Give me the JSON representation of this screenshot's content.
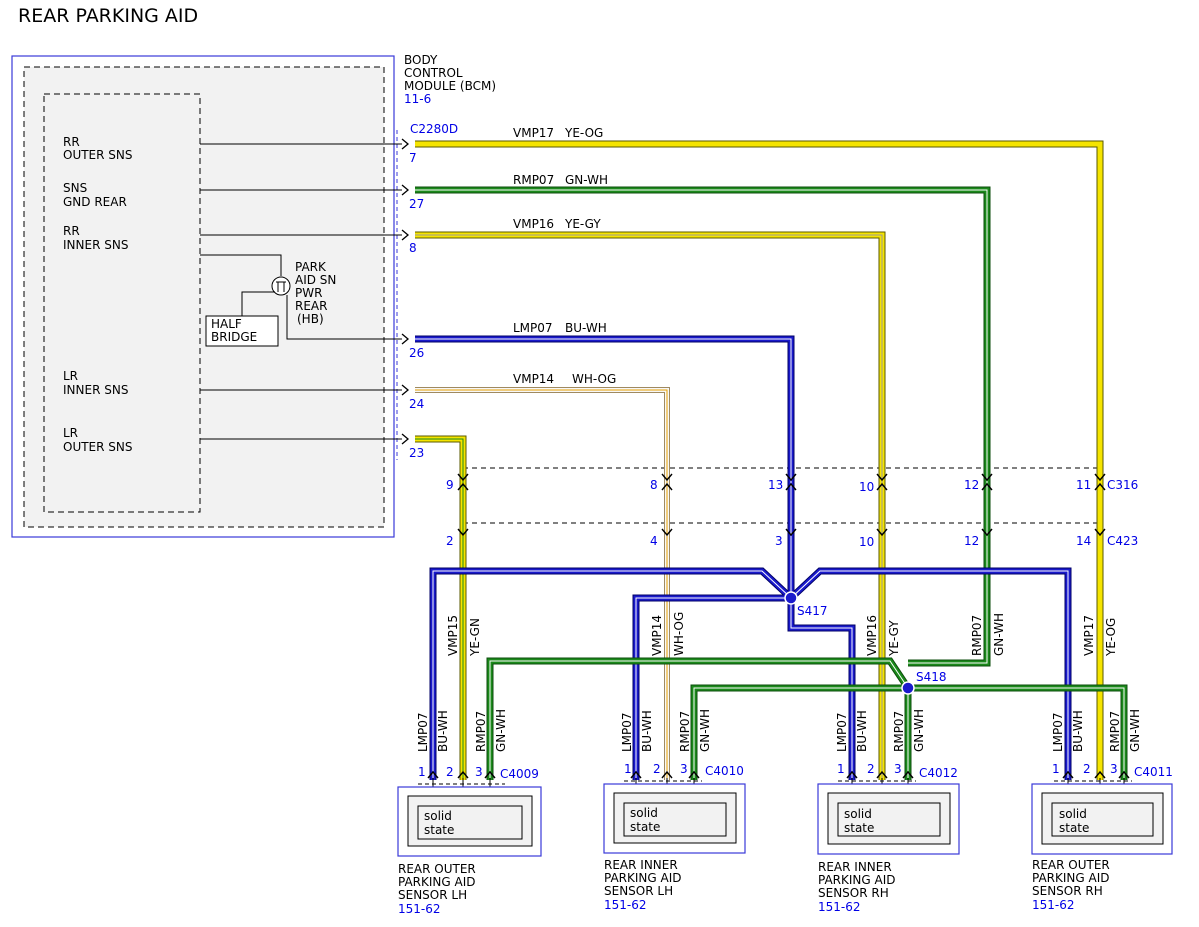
{
  "title": "REAR PARKING AID",
  "bcm": {
    "name_lines": [
      "BODY",
      "CONTROL",
      "MODULE (BCM)"
    ],
    "ref": "11-6",
    "connector": "C2280D",
    "inputs": [
      {
        "lines": [
          "RR",
          "OUTER SNS"
        ]
      },
      {
        "lines": [
          "SNS",
          "GND REAR"
        ]
      },
      {
        "lines": [
          "RR",
          "INNER SNS"
        ]
      },
      {
        "lines": [
          "LR",
          "INNER SNS"
        ]
      },
      {
        "lines": [
          "LR",
          "OUTER SNS"
        ]
      }
    ],
    "half_bridge": [
      "HALF",
      "BRIDGE"
    ],
    "park_aid": [
      "PARK",
      "AID SN",
      "PWR",
      "REAR",
      "(HB)"
    ]
  },
  "circuits": [
    {
      "pin": "7",
      "circuit": "VMP17",
      "color_code": "YE-OG",
      "color": "#f5e400",
      "stripe": "#e8a000"
    },
    {
      "pin": "27",
      "circuit": "RMP07",
      "color_code": "GN-WH",
      "color": "#1b8a1b",
      "stripe": "#ffffff"
    },
    {
      "pin": "8",
      "circuit": "VMP16",
      "color_code": "YE-GY",
      "color": "#f5e400",
      "stripe": "#9a9a9a"
    },
    {
      "pin": "26",
      "circuit": "LMP07",
      "color_code": "BU-WH",
      "color": "#1a1acc",
      "stripe": "#ffffff"
    },
    {
      "pin": "24",
      "circuit": "VMP14",
      "color_code": "WH-OG",
      "color": "#f4f4f4",
      "stripe": "#e8a000"
    },
    {
      "pin": "23",
      "circuit": "VMP15",
      "color_code": "YE-GN",
      "color": "#f5e400",
      "stripe": "#1b8a1b"
    }
  ],
  "connectors": {
    "c316": {
      "name": "C316",
      "pins": [
        "9",
        "8",
        "13",
        "10",
        "12",
        "11"
      ]
    },
    "c423": {
      "name": "C423",
      "pins": [
        "2",
        "4",
        "3",
        "10",
        "12",
        "14"
      ]
    }
  },
  "splices": [
    "S417",
    "S418"
  ],
  "sensors": [
    {
      "connector": "C4009",
      "wires": [
        {
          "circuit": "LMP07",
          "code": "BU-WH"
        },
        {
          "circuit": "VMP15",
          "code": "YE-GN"
        },
        {
          "circuit": "RMP07",
          "code": "GN-WH"
        }
      ],
      "pins": [
        "1",
        "2",
        "3"
      ],
      "body": [
        "solid",
        "state"
      ],
      "name": [
        "REAR OUTER",
        "PARKING AID",
        "SENSOR LH"
      ],
      "ref": "151-62"
    },
    {
      "connector": "C4010",
      "wires": [
        {
          "circuit": "LMP07",
          "code": "BU-WH"
        },
        {
          "circuit": "VMP14",
          "code": "WH-OG"
        },
        {
          "circuit": "RMP07",
          "code": "GN-WH"
        }
      ],
      "pins": [
        "1",
        "2",
        "3"
      ],
      "body": [
        "solid",
        "state"
      ],
      "name": [
        "REAR INNER",
        "PARKING AID",
        "SENSOR LH"
      ],
      "ref": "151-62"
    },
    {
      "connector": "C4012",
      "wires": [
        {
          "circuit": "LMP07",
          "code": "BU-WH"
        },
        {
          "circuit": "VMP16",
          "code": "YE-GY"
        },
        {
          "circuit": "RMP07",
          "code": "GN-WH"
        }
      ],
      "pins": [
        "1",
        "2",
        "3"
      ],
      "body": [
        "solid",
        "state"
      ],
      "name": [
        "REAR INNER",
        "PARKING AID",
        "SENSOR RH"
      ],
      "ref": "151-62"
    },
    {
      "connector": "C4011",
      "wires": [
        {
          "circuit": "LMP07",
          "code": "BU-WH"
        },
        {
          "circuit": "VMP17",
          "code": "YE-OG"
        },
        {
          "circuit": "RMP07",
          "code": "GN-WH"
        }
      ],
      "pins": [
        "1",
        "2",
        "3"
      ],
      "body": [
        "solid",
        "state"
      ],
      "name": [
        "REAR OUTER",
        "PARKING AID",
        "SENSOR RH"
      ],
      "ref": "151-62"
    }
  ]
}
